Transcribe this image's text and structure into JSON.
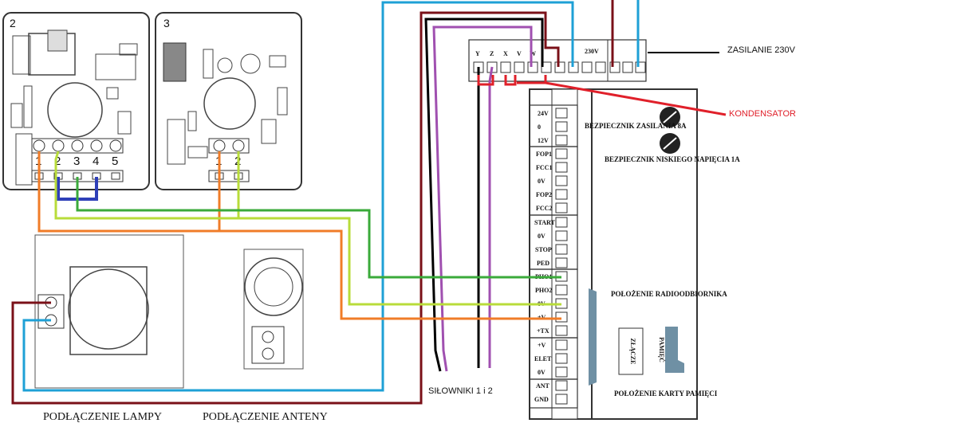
{
  "boards": {
    "board2_number": "2",
    "board3_number": "3",
    "board2_terminals": [
      "1",
      "2",
      "3",
      "4",
      "5"
    ],
    "board3_terminals": [
      "1",
      "2"
    ]
  },
  "captions": {
    "lamp": "PODŁĄCZENIE LAMPY",
    "antenna": "PODŁĄCZENIE ANTENY",
    "motors": "SIŁOWNIKI 1 i 2",
    "power_supply": "ZASILANIE 230V",
    "capacitor": "KONDENSATOR"
  },
  "top_terminals": {
    "motor_labels": [
      "Y",
      "Z",
      "X",
      "V",
      "W"
    ],
    "mains_label": "230V"
  },
  "side_terminals": [
    "24V",
    "0",
    "12V",
    "FOP1",
    "FCC1",
    "0V",
    "FOP2",
    "FCC2",
    "START",
    "0V",
    "STOP",
    "PED",
    "PHO1",
    "PHO2",
    "0V",
    "+V",
    "+TX",
    "+V",
    "ELET",
    "0V",
    "ANT",
    "GND"
  ],
  "panel_labels": {
    "fuse_mains": "BEZPIECZNIK ZASILANIA 8A",
    "fuse_low": "BEZPIECZNIK NISKIEGO NAPIĘCIA 1A",
    "radio_position": "POŁOŻENIE RADIOODBIORNIKA",
    "card_position": "POŁOŻENIE KARTY PAMIĘCI",
    "connector": "ZŁĄCZE",
    "memory": "PAMIĘĆ"
  },
  "wire_colors": {
    "blue": "#1ea0d6",
    "dark_red": "#7a1018",
    "red": "#e0202a",
    "black": "#000000",
    "purple": "#a050b0",
    "orange": "#f07c28",
    "green": "#3aaa3a",
    "yellow_green": "#b8dc3a",
    "navy": "#2e3fb8"
  }
}
